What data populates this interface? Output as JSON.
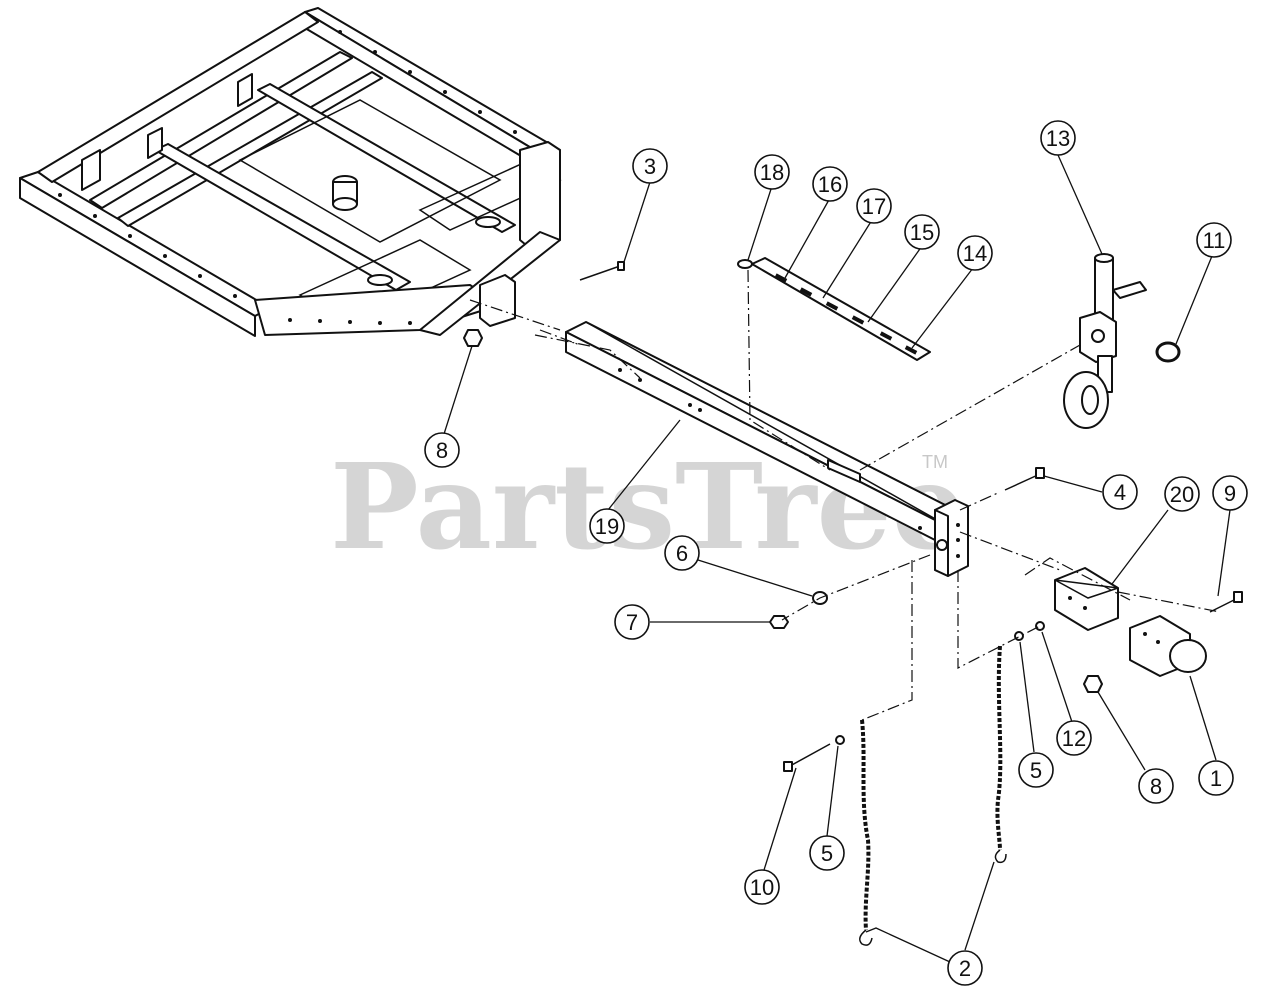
{
  "watermark": {
    "text": "PartsTree",
    "trademark": "TM"
  },
  "callouts": [
    {
      "id": "c1",
      "label": "1"
    },
    {
      "id": "c2",
      "label": "2"
    },
    {
      "id": "c3",
      "label": "3"
    },
    {
      "id": "c4",
      "label": "4"
    },
    {
      "id": "c5a",
      "label": "5"
    },
    {
      "id": "c5b",
      "label": "5"
    },
    {
      "id": "c6",
      "label": "6"
    },
    {
      "id": "c7",
      "label": "7"
    },
    {
      "id": "c8a",
      "label": "8"
    },
    {
      "id": "c8b",
      "label": "8"
    },
    {
      "id": "c9",
      "label": "9"
    },
    {
      "id": "c10",
      "label": "10"
    },
    {
      "id": "c11",
      "label": "11"
    },
    {
      "id": "c12",
      "label": "12"
    },
    {
      "id": "c13",
      "label": "13"
    },
    {
      "id": "c14",
      "label": "14"
    },
    {
      "id": "c15",
      "label": "15"
    },
    {
      "id": "c16",
      "label": "16"
    },
    {
      "id": "c17",
      "label": "17"
    },
    {
      "id": "c18",
      "label": "18"
    },
    {
      "id": "c19",
      "label": "19"
    },
    {
      "id": "c20",
      "label": "20"
    }
  ]
}
